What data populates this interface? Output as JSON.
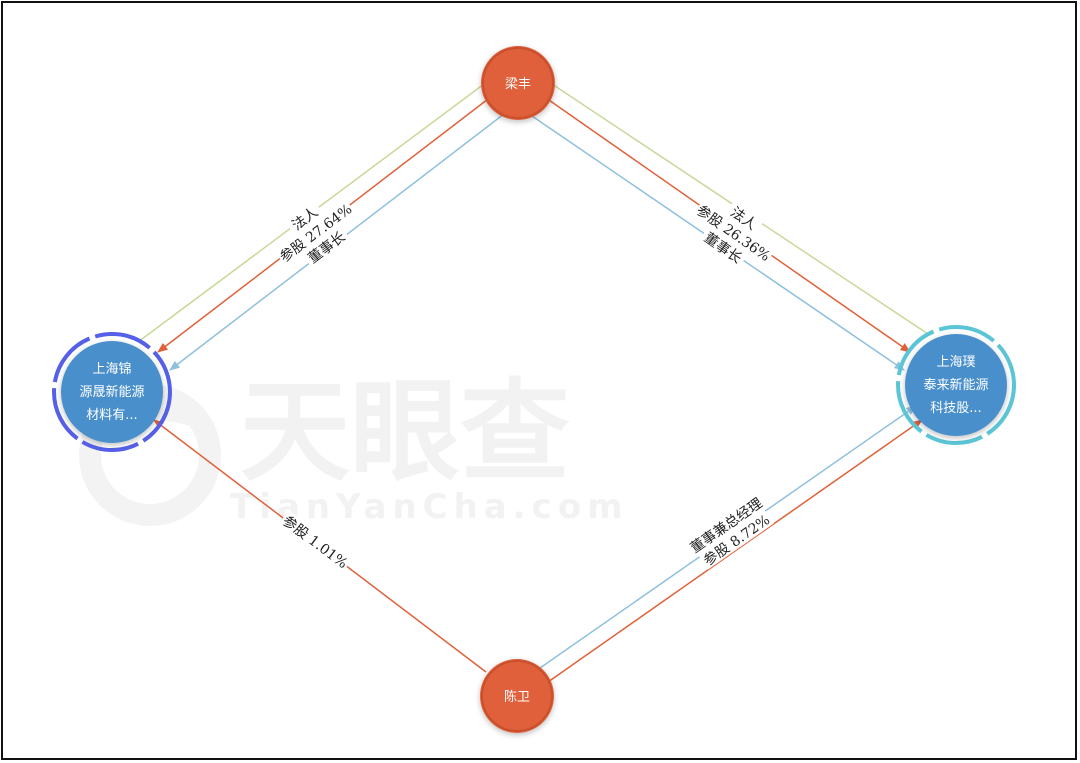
{
  "watermark": {
    "brand": "天眼查",
    "domain": "TianYanCha.com"
  },
  "nodes": {
    "liangfeng": {
      "label": "梁丰",
      "color": "#E0603A"
    },
    "chenwei": {
      "label": "陈卫",
      "color": "#E0603A"
    },
    "jinsheng": {
      "lines": [
        "上海锦",
        "源晟新能源",
        "材料有..."
      ],
      "color": "#4A8FCB",
      "ring": "#5560E8"
    },
    "puxin": {
      "lines": [
        "上海璞",
        "泰来新能源",
        "科技股..."
      ],
      "color": "#4A8FCB",
      "ring": "#5BC5D6"
    }
  },
  "edges": {
    "lf_js": {
      "labels": [
        "法人",
        "参股 27.64%",
        "董事长"
      ],
      "colors": [
        "#C8D89A",
        "#E0603A",
        "#8EC0DE"
      ]
    },
    "lf_px": {
      "labels": [
        "法人",
        "参股 26.36%",
        "董事长"
      ],
      "colors": [
        "#C8D89A",
        "#E0603A",
        "#8EC0DE"
      ]
    },
    "cw_js": {
      "labels": [
        "参股 1.01%"
      ],
      "colors": [
        "#E0603A"
      ]
    },
    "cw_px": {
      "labels": [
        "董事兼总经理",
        "参股 8.72%"
      ],
      "colors": [
        "#8EC0DE",
        "#E0603A"
      ]
    }
  }
}
